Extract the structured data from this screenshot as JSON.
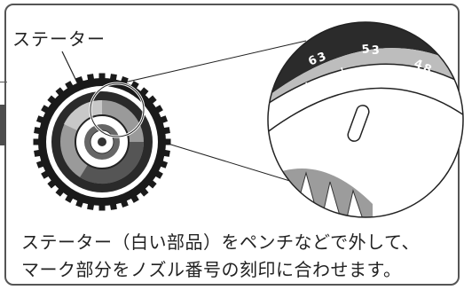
{
  "label": "ステーター",
  "dial_numbers": [
    "6",
    "3",
    "5",
    "3",
    "4",
    "8"
  ],
  "caption": {
    "line1": "ステーター（白い部品）をペンチなどで外して、",
    "line2": "マーク部分をノズル番号の刻印に合わせます。"
  }
}
